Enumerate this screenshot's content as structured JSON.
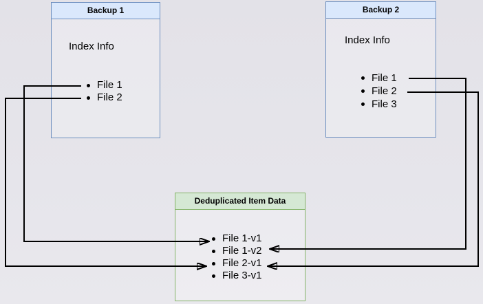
{
  "backup1": {
    "title": "Backup 1",
    "label": "Index Info",
    "files": [
      "File 1",
      "File 2"
    ]
  },
  "backup2": {
    "title": "Backup 2",
    "label": "Index Info",
    "files": [
      "File 1",
      "File 2",
      "File 3"
    ]
  },
  "dedup": {
    "title": "Deduplicated Item Data",
    "items": [
      "File 1-v1",
      "File 1-v2",
      "File 2-v1",
      "File 3-v1"
    ]
  },
  "connectors": [
    {
      "from": "backup1.File 1",
      "to": "dedup.File 1-v1"
    },
    {
      "from": "backup1.File 2",
      "to": "dedup.File 2-v1"
    },
    {
      "from": "backup2.File 1",
      "to": "dedup.File 1-v2"
    },
    {
      "from": "backup2.File 2",
      "to": "dedup.File 2-v1"
    }
  ],
  "colors": {
    "background": "#e5e4ea",
    "blue_box_fill": "#dae8fc",
    "blue_box_border": "#6c8ebf",
    "green_box_fill": "#d5e8d4",
    "green_box_border": "#82b366",
    "connector": "#000000",
    "text": "#000000"
  }
}
